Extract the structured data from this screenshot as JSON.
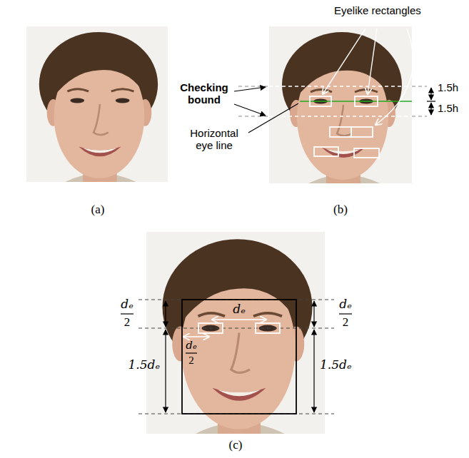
{
  "diagram": {
    "labels": [
      "(a)",
      "Eyelike rectangles",
      "Checking bound",
      "Horizontal eye line",
      "1.5h",
      "1.5h",
      "(b)",
      "dₑ",
      "2",
      "dₑ",
      "dₑ",
      "2",
      "dₑ",
      "2",
      "1.5dₑ",
      "1.5dₑ",
      "(c)"
    ]
  }
}
